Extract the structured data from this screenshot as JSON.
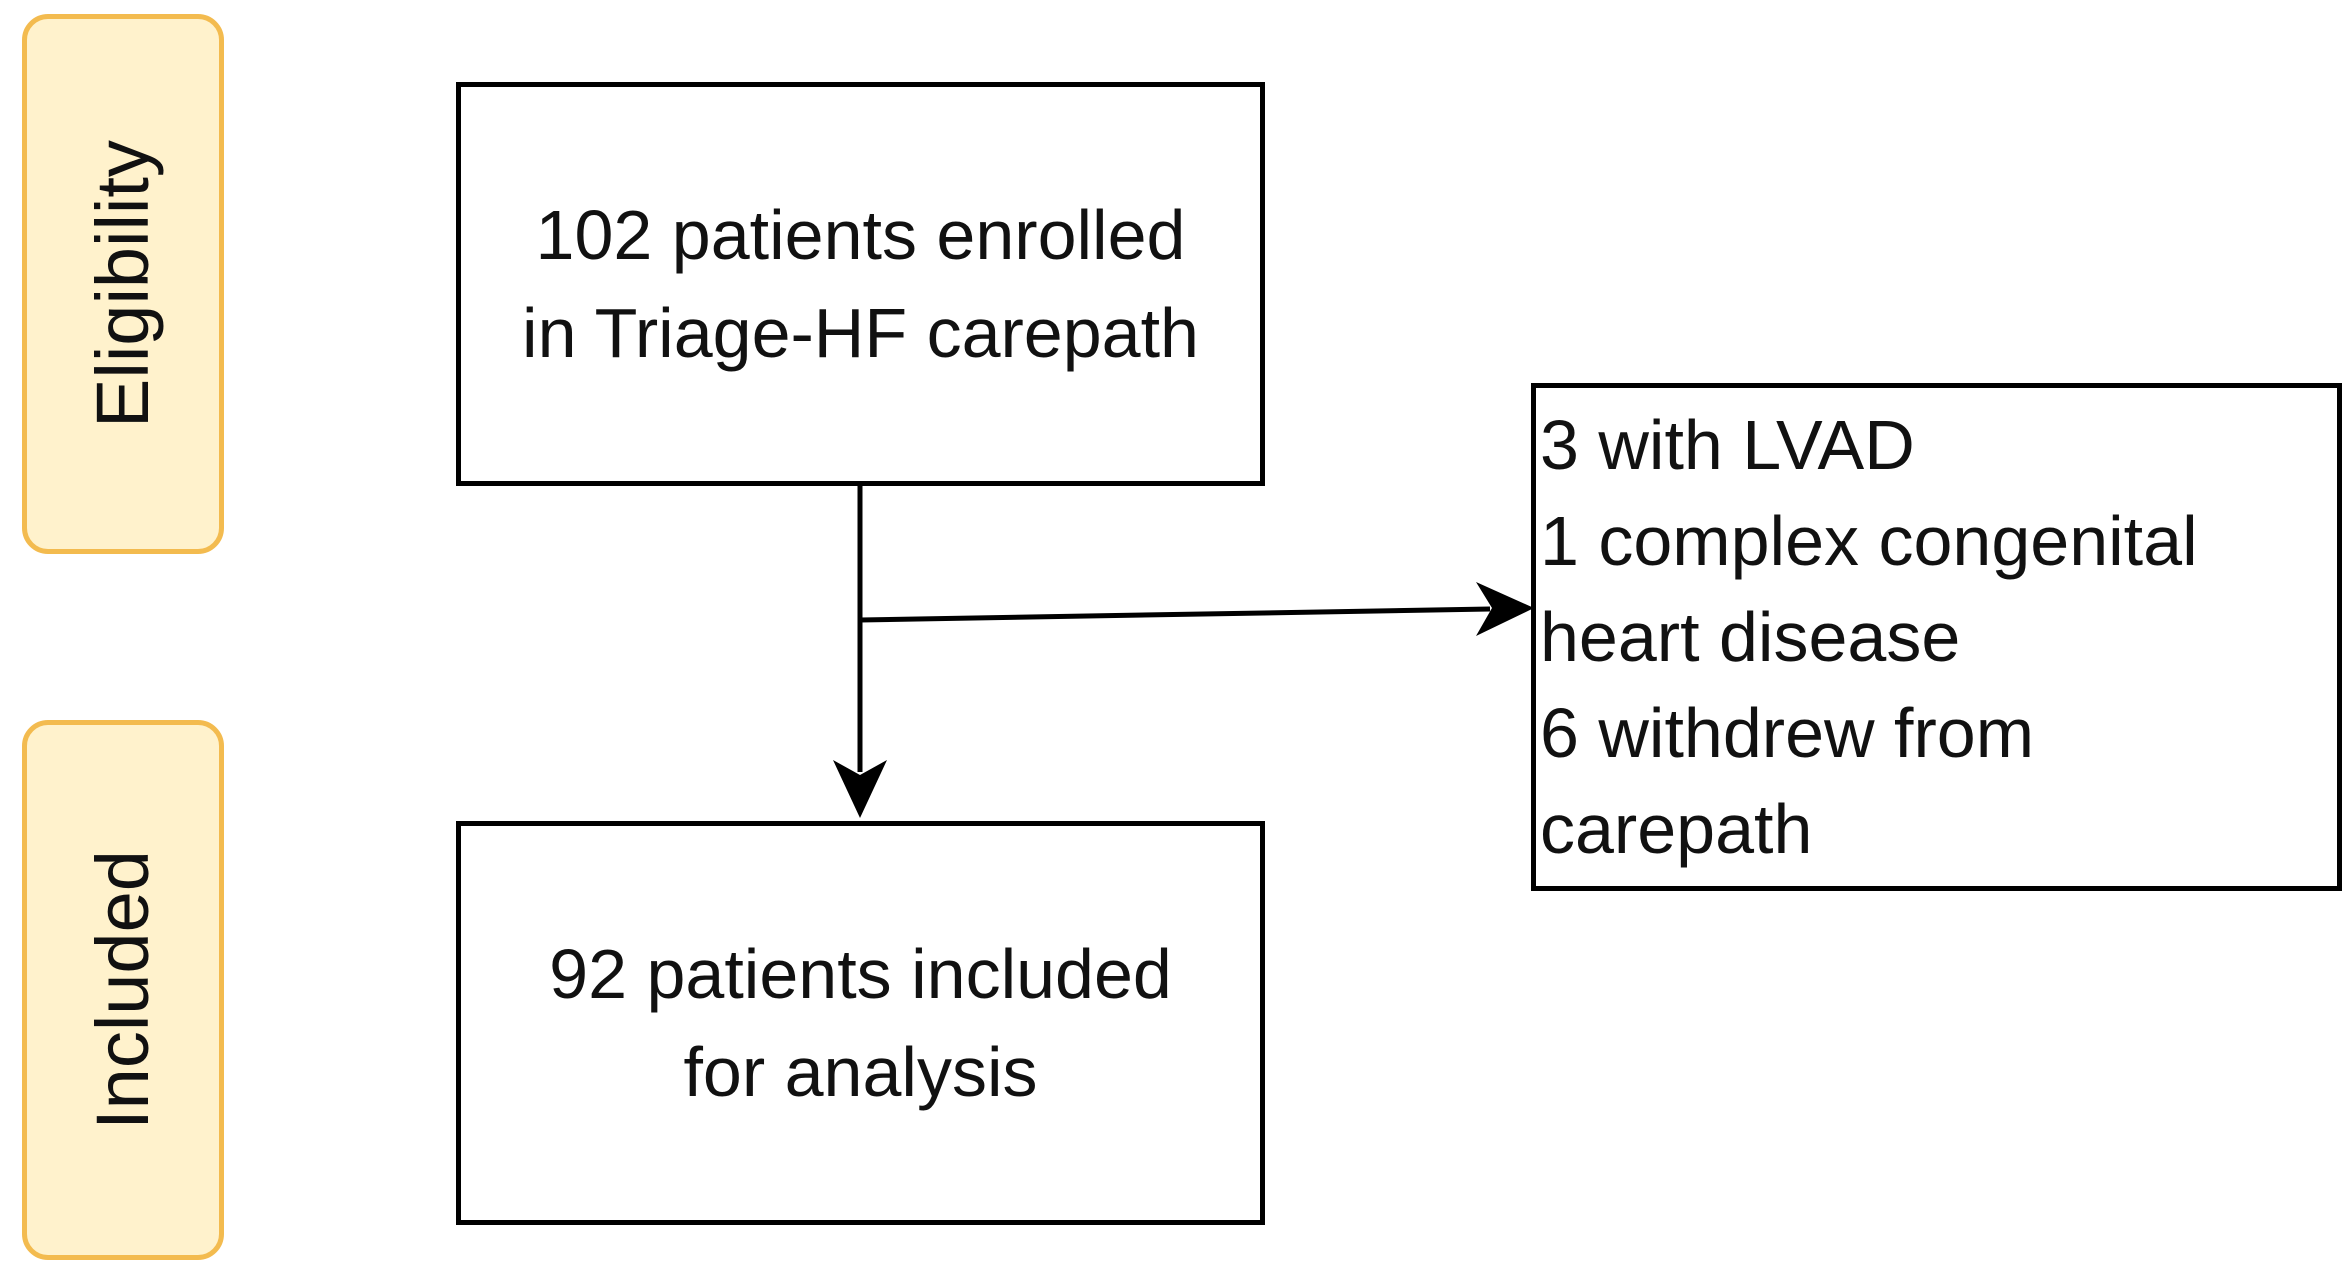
{
  "stages": {
    "eligibility": "Eligibility",
    "included": "Included"
  },
  "boxes": {
    "enrolled": "102 patients enrolled\nin Triage-HF carepath",
    "excluded": "3 with LVAD\n1 complex congenital\nheart disease\n6 withdrew from\ncarepath",
    "included": "92 patients included\nfor analysis"
  },
  "colors": {
    "stage_fill": "#fff2cc",
    "stage_border": "#f3bb4f",
    "box_border": "#000000",
    "text": "#111111"
  }
}
